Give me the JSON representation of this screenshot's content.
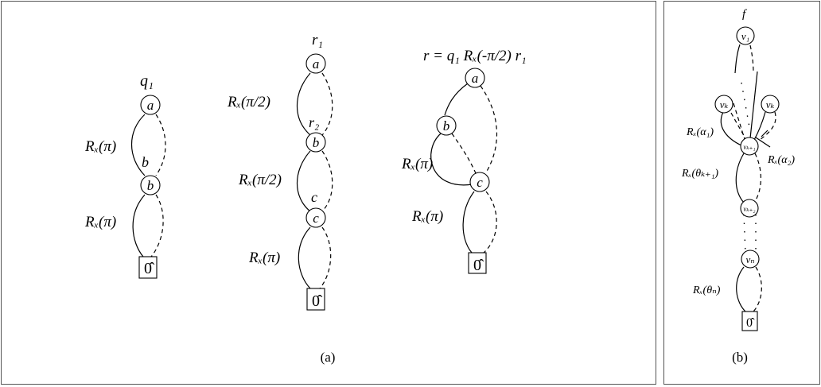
{
  "panel_a": {
    "caption": "(a)",
    "diagram_q1": {
      "root_label": "q₁",
      "node_a": "a",
      "node_b": "b",
      "node_b_label": "b",
      "edge1": "Rₓ(π)",
      "edge2": "Rₓ(π)",
      "terminal": "0̂"
    },
    "diagram_r1": {
      "root_label": "r₁",
      "node_a": "a",
      "node_b": "b",
      "node_b_label": "r₂",
      "node_c": "c",
      "node_c_label": "c",
      "edge1": "Rₓ(π/2)",
      "edge2": "Rₓ(π/2)",
      "edge3": "Rₓ(π)",
      "terminal": "0̂"
    },
    "diagram_r": {
      "equation": "r = q₁ Rₓ(-π/2) r₁",
      "node_a": "a",
      "node_b": "b",
      "node_c": "c",
      "edge1": "Rₓ(π)",
      "edge2": "Rₓ(π)",
      "terminal": "0̂"
    }
  },
  "panel_b": {
    "caption": "(b)",
    "root_label": "f",
    "node_v1": "v₁",
    "node_vk_left": "vₖ",
    "node_vk_right": "vₖ",
    "node_vk1": "vₖ₊₁",
    "node_vk2": "vₖ₊₂",
    "node_vn": "vₙ",
    "edge_alpha1": "Rₓ(α₁)",
    "edge_alpha2": "Rₓ(α₂)",
    "edge_theta_k1": "Rₓ(θₖ₊₁)",
    "edge_theta_n": "Rₓ(θₙ)",
    "terminal": "0̂"
  }
}
